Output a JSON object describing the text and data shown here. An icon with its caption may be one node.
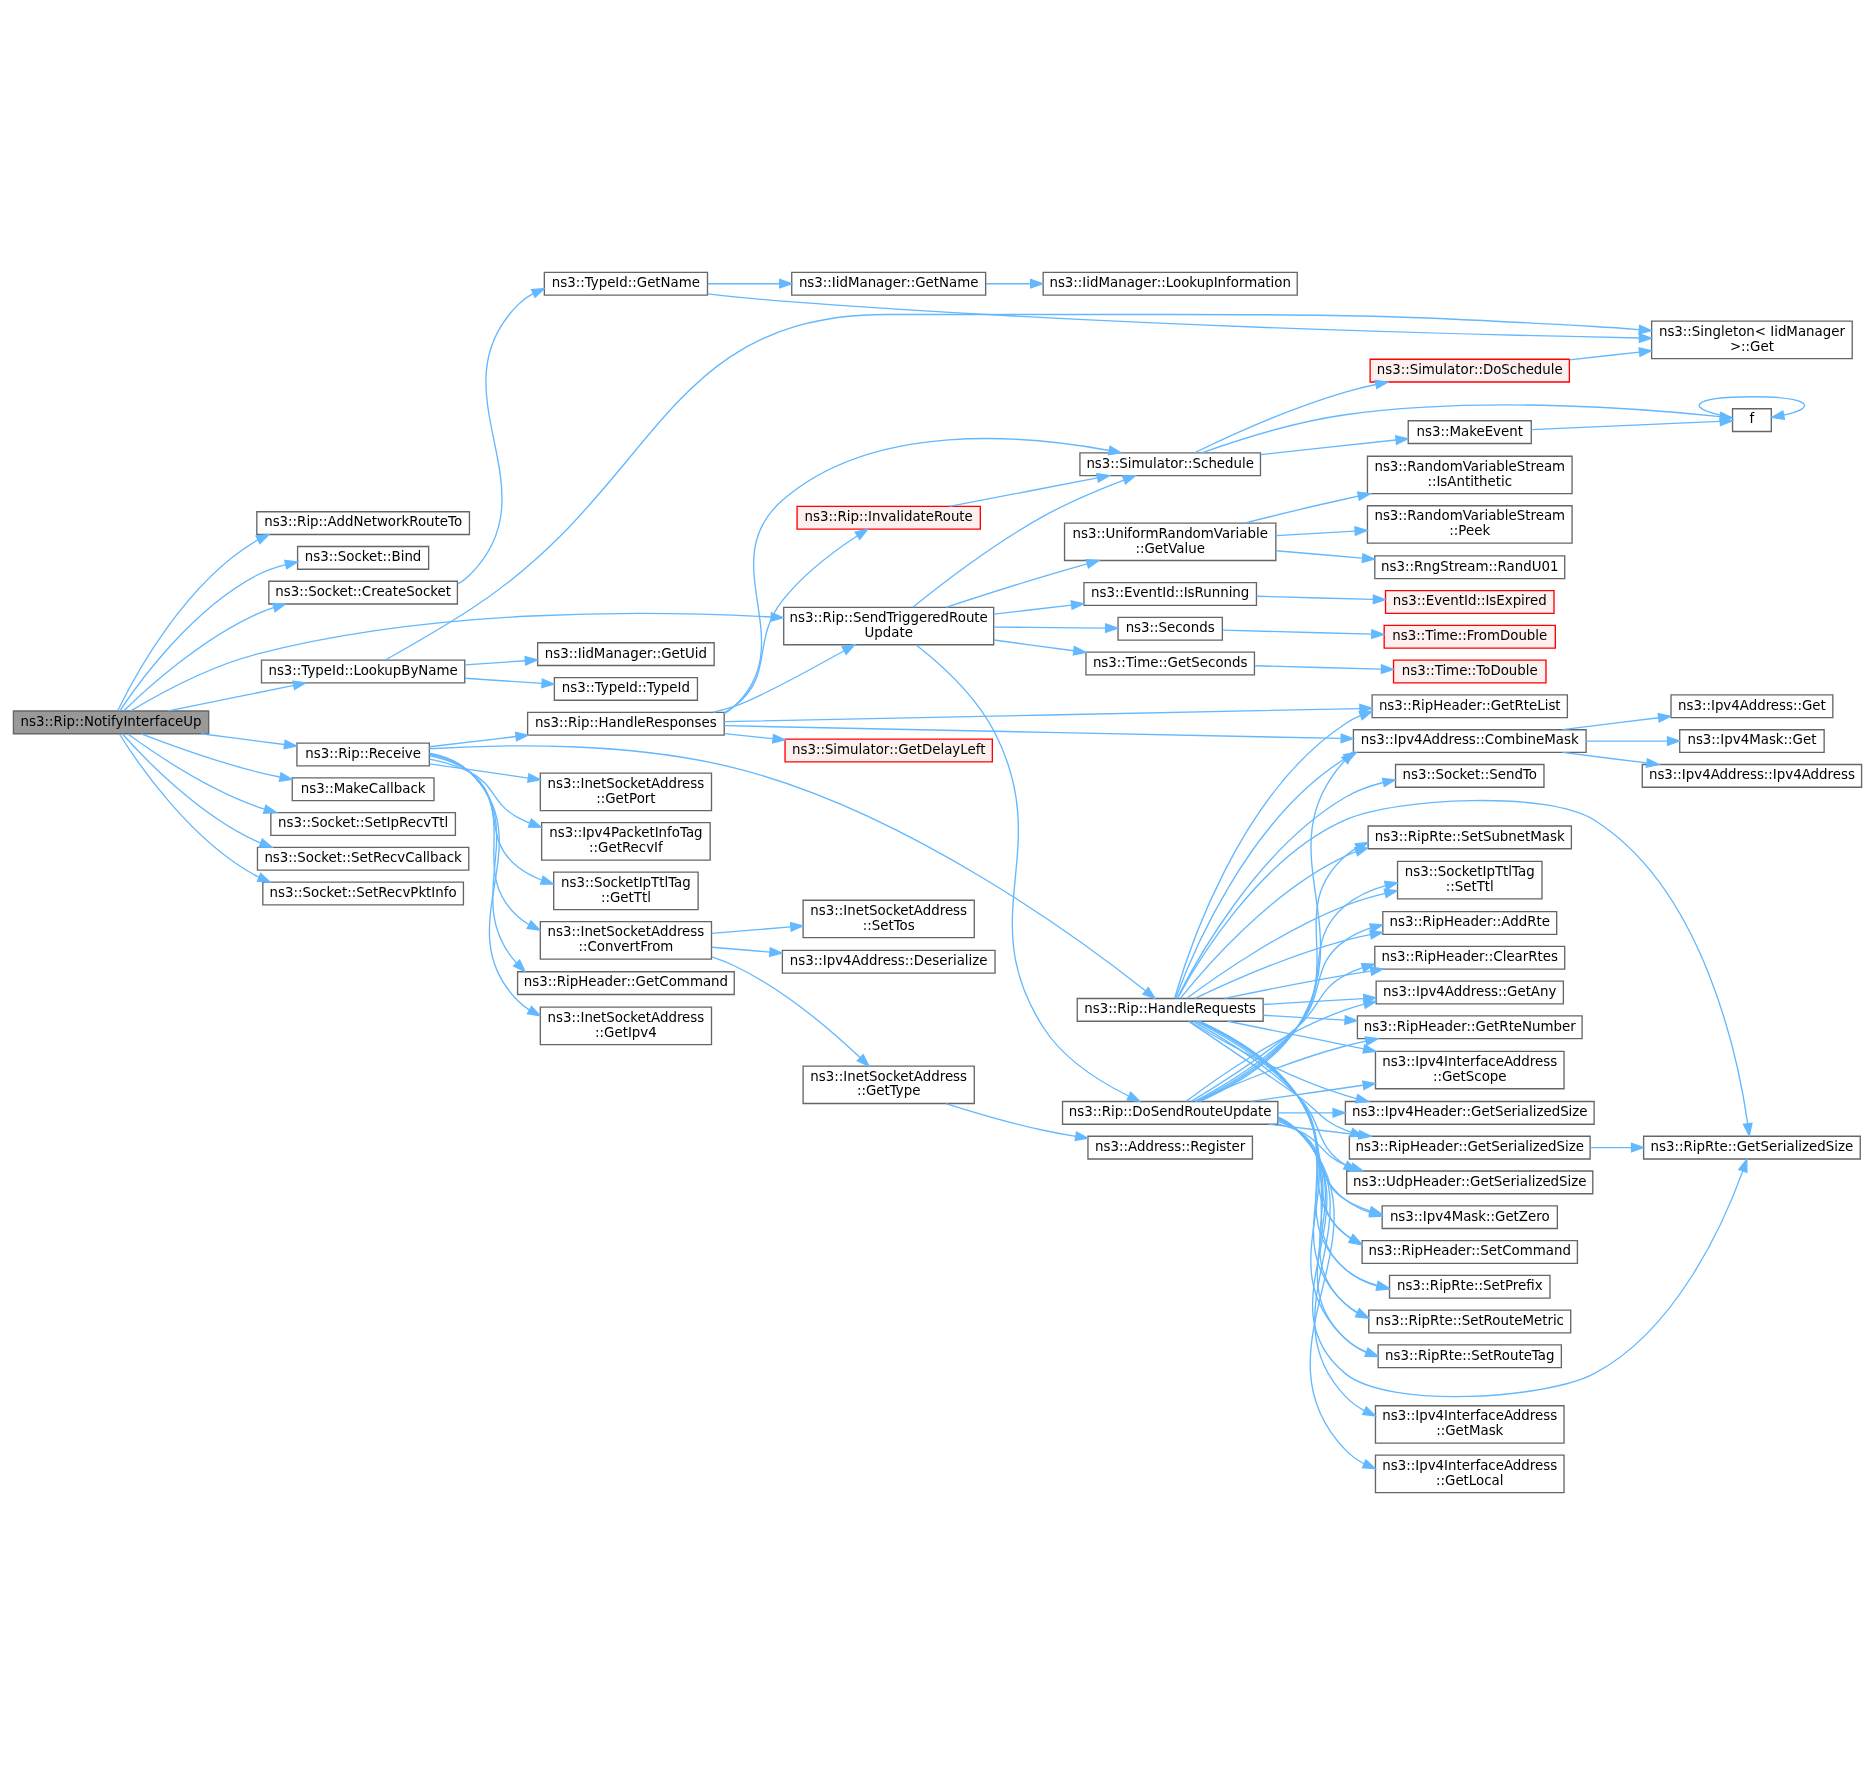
{
  "diagram": {
    "nodes": [
      {
        "text": [
          "ns3::Rip::NotifyInterfaceUp"
        ]
      },
      {
        "text": [
          "ns3::Rip::AddNetworkRouteTo"
        ]
      },
      {
        "text": [
          "ns3::Socket::Bind"
        ]
      },
      {
        "text": [
          "ns3::Socket::CreateSocket"
        ]
      },
      {
        "text": [
          "ns3::TypeId::LookupByName"
        ]
      },
      {
        "text": [
          "ns3::MakeCallback"
        ]
      },
      {
        "text": [
          "ns3::Rip::Receive"
        ]
      },
      {
        "text": [
          "ns3::Socket::SetIpRecvTtl"
        ]
      },
      {
        "text": [
          "ns3::Socket::SetRecvCallback"
        ]
      },
      {
        "text": [
          "ns3::Socket::SetRecvPktInfo"
        ]
      },
      {
        "text": [
          "ns3::TypeId::GetName"
        ]
      },
      {
        "text": [
          "ns3::IidManager::GetUid"
        ]
      },
      {
        "text": [
          "ns3::TypeId::TypeId"
        ]
      },
      {
        "text": [
          "ns3::InetSocketAddress ::GetPort"
        ]
      },
      {
        "text": [
          "ns3::Ipv4PacketInfoTag ::GetRecvIf"
        ]
      },
      {
        "text": [
          "ns3::SocketIpTtlTag ::GetTtl"
        ]
      },
      {
        "text": [
          "ns3::Rip::HandleResponses"
        ]
      },
      {
        "text": [
          "ns3::InetSocketAddress ::ConvertFrom"
        ]
      },
      {
        "text": [
          "ns3::RipHeader::GetCommand"
        ]
      },
      {
        "text": [
          "ns3::InetSocketAddress ::GetIpv4"
        ]
      },
      {
        "text": [
          "ns3::Rip::SendTriggeredRoute Update"
        ]
      },
      {
        "text": [
          "ns3::IidManager::GetName"
        ]
      },
      {
        "text": [
          "ns3::Rip::InvalidateRoute"
        ]
      },
      {
        "text": [
          "ns3::Simulator::GetDelayLeft"
        ]
      },
      {
        "text": [
          "ns3::InetSocketAddress ::SetTos"
        ]
      },
      {
        "text": [
          "ns3::Ipv4Address::Deserialize"
        ]
      },
      {
        "text": [
          "ns3::InetSocketAddress ::GetType"
        ]
      },
      {
        "text": [
          "ns3::UniformRandomVariable ::GetValue"
        ]
      },
      {
        "text": [
          "ns3::EventId::IsRunning"
        ]
      },
      {
        "text": [
          "ns3::Seconds"
        ]
      },
      {
        "text": [
          "ns3::Time::GetSeconds"
        ]
      },
      {
        "text": [
          "ns3::IidManager::LookupInformation"
        ]
      },
      {
        "text": [
          "ns3::Simulator::Schedule"
        ]
      },
      {
        "text": [
          "ns3::Rip::HandleRequests"
        ]
      },
      {
        "text": [
          "ns3::Address::Register"
        ]
      },
      {
        "text": [
          "ns3::Rip::DoSendRouteUpdate"
        ]
      },
      {
        "text": [
          "ns3::Singleton< IidManager >::Get"
        ]
      },
      {
        "text": [
          "ns3::Simulator::DoSchedule"
        ]
      },
      {
        "text": [
          "ns3::MakeEvent"
        ]
      },
      {
        "text": [
          "ns3::RipHeader::GetRteList"
        ]
      },
      {
        "text": [
          "ns3::Socket::SendTo"
        ]
      },
      {
        "text": [
          "ns3::Ipv4Address::CombineMask"
        ]
      },
      {
        "text": [
          "ns3::RipRte::SetSubnetMask"
        ]
      },
      {
        "text": [
          "ns3::SocketIpTtlTag ::SetTtl"
        ]
      },
      {
        "text": [
          "ns3::RipHeader::AddRte"
        ]
      },
      {
        "text": [
          "ns3::RipHeader::ClearRtes"
        ]
      },
      {
        "text": [
          "ns3::Ipv4Address::GetAny"
        ]
      },
      {
        "text": [
          "ns3::RipHeader::GetRteNumber"
        ]
      },
      {
        "text": [
          "ns3::Ipv4InterfaceAddress ::GetScope"
        ]
      },
      {
        "text": [
          "ns3::Ipv4Header::GetSerializedSize"
        ]
      },
      {
        "text": [
          "ns3::RipHeader::GetSerializedSize"
        ]
      },
      {
        "text": [
          "ns3::UdpHeader::GetSerializedSize"
        ]
      },
      {
        "text": [
          "ns3::Ipv4Mask::GetZero"
        ]
      },
      {
        "text": [
          "ns3::RipHeader::SetCommand"
        ]
      },
      {
        "text": [
          "ns3::RipRte::SetPrefix"
        ]
      },
      {
        "text": [
          "ns3::RipRte::SetRouteMetric"
        ]
      },
      {
        "text": [
          "ns3::RipRte::SetRouteTag"
        ]
      },
      {
        "text": [
          "ns3::Ipv4InterfaceAddress ::GetMask"
        ]
      },
      {
        "text": [
          "ns3::Ipv4InterfaceAddress ::GetLocal"
        ]
      },
      {
        "text": [
          "ns3::RandomVariableStream ::IsAntithetic"
        ]
      },
      {
        "text": [
          "ns3::RandomVariableStream ::Peek"
        ]
      },
      {
        "text": [
          "ns3::RngStream::RandU01"
        ]
      },
      {
        "text": [
          "ns3::EventId::IsExpired"
        ]
      },
      {
        "text": [
          "ns3::Time::FromDouble"
        ]
      },
      {
        "text": [
          "ns3::Time::ToDouble"
        ]
      },
      {
        "text": [
          "f"
        ]
      },
      {
        "text": [
          "ns3::Ipv4Address::Get"
        ]
      },
      {
        "text": [
          "ns3::Ipv4Mask::Get"
        ]
      },
      {
        "text": [
          "ns3::Ipv4Address::Ipv4Address"
        ]
      },
      {
        "text": [
          "ns3::RipRte::GetSerializedSize"
        ]
      }
    ],
    "edges": [
      {
        "from": 0,
        "to": 1,
        "arrow": "to"
      },
      {
        "from": 0,
        "to": 2,
        "arrow": "to"
      },
      {
        "from": 0,
        "to": 3,
        "arrow": "to"
      },
      {
        "from": 0,
        "to": 4,
        "arrow": "to"
      },
      {
        "from": 0,
        "to": 5,
        "arrow": "to"
      },
      {
        "from": 0,
        "to": 6,
        "arrow": "to"
      },
      {
        "from": 0,
        "to": 20,
        "arrow": "to"
      },
      {
        "from": 0,
        "to": 7,
        "arrow": "to"
      },
      {
        "from": 0,
        "to": 8,
        "arrow": "to"
      },
      {
        "from": 0,
        "to": 9,
        "arrow": "to"
      },
      {
        "from": 3,
        "to": 10,
        "arrow": "to"
      },
      {
        "from": 10,
        "to": 21,
        "arrow": "to"
      },
      {
        "from": 21,
        "to": 31,
        "arrow": "to"
      },
      {
        "from": 10,
        "to": 36,
        "arrow": "to"
      },
      {
        "from": 4,
        "to": 11,
        "arrow": "to"
      },
      {
        "from": 4,
        "to": 36,
        "arrow": "to"
      },
      {
        "from": 4,
        "to": 12,
        "arrow": "to"
      },
      {
        "from": 6,
        "to": 13,
        "arrow": "to"
      },
      {
        "from": 6,
        "to": 14,
        "arrow": "to"
      },
      {
        "from": 6,
        "to": 15,
        "arrow": "to"
      },
      {
        "from": 6,
        "to": 16,
        "arrow": "to"
      },
      {
        "from": 6,
        "to": 33,
        "arrow": "to"
      },
      {
        "from": 6,
        "to": 17,
        "arrow": "to"
      },
      {
        "from": 6,
        "to": 18,
        "arrow": "to"
      },
      {
        "from": 6,
        "to": 19,
        "arrow": "to"
      },
      {
        "from": 16,
        "to": 32,
        "arrow": "to"
      },
      {
        "from": 16,
        "to": 22,
        "arrow": "to"
      },
      {
        "from": 16,
        "to": 39,
        "arrow": "to"
      },
      {
        "from": 16,
        "to": 41,
        "arrow": "to"
      },
      {
        "from": 16,
        "to": 23,
        "arrow": "to"
      },
      {
        "from": 16,
        "to": 20,
        "arrow": "to"
      },
      {
        "from": 22,
        "to": 32,
        "arrow": "to"
      },
      {
        "from": 32,
        "to": 37,
        "arrow": "to"
      },
      {
        "from": 32,
        "to": 38,
        "arrow": "to"
      },
      {
        "from": 32,
        "to": 65,
        "arrow": "to"
      },
      {
        "from": 37,
        "to": 36,
        "arrow": "to"
      },
      {
        "from": 38,
        "to": 65,
        "arrow": "to"
      },
      {
        "from": 65,
        "to": 65,
        "arrow": "to"
      },
      {
        "from": 17,
        "to": 24,
        "arrow": "to"
      },
      {
        "from": 17,
        "to": 25,
        "arrow": "to"
      },
      {
        "from": 17,
        "to": 26,
        "arrow": "to"
      },
      {
        "from": 26,
        "to": 34,
        "arrow": "to"
      },
      {
        "from": 33,
        "to": 39,
        "arrow": "to"
      },
      {
        "from": 33,
        "to": 40,
        "arrow": "to"
      },
      {
        "from": 33,
        "to": 41,
        "arrow": "to"
      },
      {
        "from": 33,
        "to": 69,
        "arrow": "to"
      },
      {
        "from": 33,
        "to": 42,
        "arrow": "to"
      },
      {
        "from": 33,
        "to": 43,
        "arrow": "to"
      },
      {
        "from": 33,
        "to": 44,
        "arrow": "to"
      },
      {
        "from": 33,
        "to": 45,
        "arrow": "to"
      },
      {
        "from": 33,
        "to": 46,
        "arrow": "to"
      },
      {
        "from": 33,
        "to": 47,
        "arrow": "to"
      },
      {
        "from": 33,
        "to": 48,
        "arrow": "to"
      },
      {
        "from": 33,
        "to": 49,
        "arrow": "to"
      },
      {
        "from": 33,
        "to": 50,
        "arrow": "to"
      },
      {
        "from": 33,
        "to": 51,
        "arrow": "to"
      },
      {
        "from": 33,
        "to": 52,
        "arrow": "to"
      },
      {
        "from": 33,
        "to": 53,
        "arrow": "to"
      },
      {
        "from": 33,
        "to": 54,
        "arrow": "to"
      },
      {
        "from": 33,
        "to": 55,
        "arrow": "to"
      },
      {
        "from": 33,
        "to": 56,
        "arrow": "to"
      },
      {
        "from": 20,
        "to": 32,
        "arrow": "to"
      },
      {
        "from": 20,
        "to": 35,
        "arrow": "to"
      },
      {
        "from": 20,
        "to": 27,
        "arrow": "to"
      },
      {
        "from": 20,
        "to": 28,
        "arrow": "to"
      },
      {
        "from": 20,
        "to": 29,
        "arrow": "to"
      },
      {
        "from": 20,
        "to": 30,
        "arrow": "to"
      },
      {
        "from": 35,
        "to": 41,
        "arrow": "to"
      },
      {
        "from": 35,
        "to": 42,
        "arrow": "to"
      },
      {
        "from": 35,
        "to": 43,
        "arrow": "to"
      },
      {
        "from": 35,
        "to": 44,
        "arrow": "to"
      },
      {
        "from": 35,
        "to": 45,
        "arrow": "to"
      },
      {
        "from": 35,
        "to": 46,
        "arrow": "to"
      },
      {
        "from": 35,
        "to": 47,
        "arrow": "to"
      },
      {
        "from": 35,
        "to": 48,
        "arrow": "to"
      },
      {
        "from": 35,
        "to": 49,
        "arrow": "to"
      },
      {
        "from": 35,
        "to": 50,
        "arrow": "to"
      },
      {
        "from": 35,
        "to": 51,
        "arrow": "to"
      },
      {
        "from": 35,
        "to": 52,
        "arrow": "to"
      },
      {
        "from": 35,
        "to": 53,
        "arrow": "to"
      },
      {
        "from": 35,
        "to": 54,
        "arrow": "to"
      },
      {
        "from": 35,
        "to": 55,
        "arrow": "to"
      },
      {
        "from": 35,
        "to": 56,
        "arrow": "to"
      },
      {
        "from": 35,
        "to": 57,
        "arrow": "to"
      },
      {
        "from": 35,
        "to": 58,
        "arrow": "to"
      },
      {
        "from": 35,
        "to": 69,
        "arrow": "to"
      },
      {
        "from": 41,
        "to": 66,
        "arrow": "to"
      },
      {
        "from": 41,
        "to": 67,
        "arrow": "to"
      },
      {
        "from": 41,
        "to": 68,
        "arrow": "to"
      },
      {
        "from": 50,
        "to": 69,
        "arrow": "to"
      },
      {
        "from": 27,
        "to": 59,
        "arrow": "to"
      },
      {
        "from": 27,
        "to": 60,
        "arrow": "to"
      },
      {
        "from": 27,
        "to": 61,
        "arrow": "to"
      },
      {
        "from": 28,
        "to": 62,
        "arrow": "to"
      },
      {
        "from": 29,
        "to": 63,
        "arrow": "to"
      },
      {
        "from": 30,
        "to": 64,
        "arrow": "to"
      }
    ]
  }
}
